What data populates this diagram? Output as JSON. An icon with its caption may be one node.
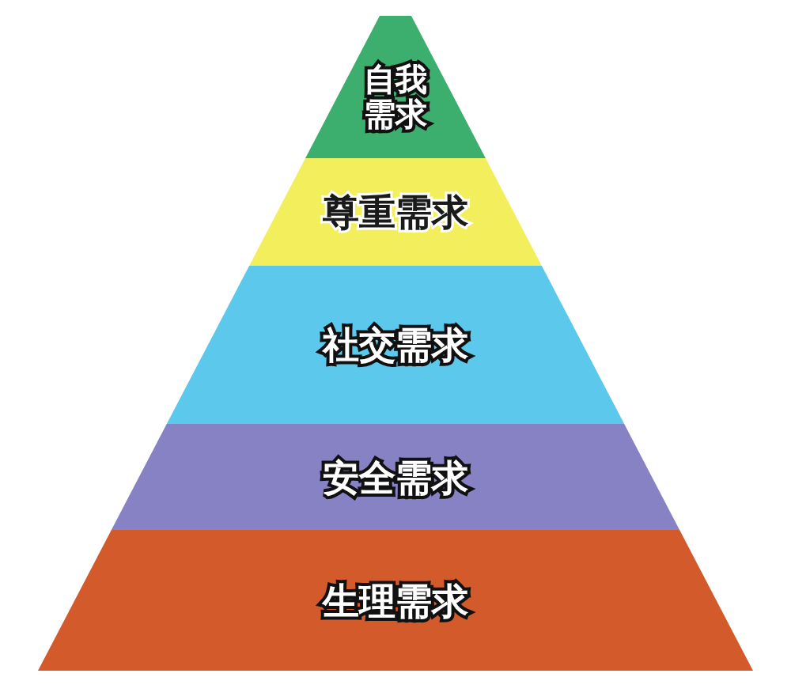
{
  "diagram": {
    "nodes": [
      {
        "text": [
          "自我需求"
        ]
      },
      {
        "text": [
          "尊重需求"
        ]
      },
      {
        "text": [
          "社交需求"
        ]
      },
      {
        "text": [
          "安全需求"
        ]
      },
      {
        "text": [
          "生理需求"
        ]
      }
    ]
  }
}
